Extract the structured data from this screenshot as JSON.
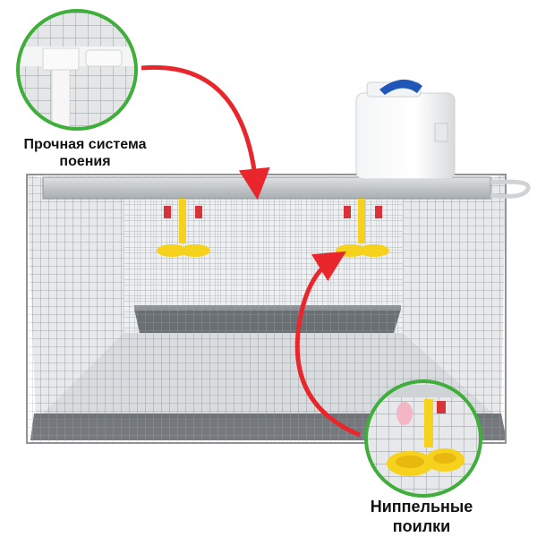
{
  "callouts": {
    "top_label_line1": "Прочная система",
    "top_label_line2": "поения",
    "bottom_label_line1": "Ниппельные",
    "bottom_label_line2": "поилки"
  },
  "colors": {
    "arrow": "#e8262b",
    "inset_ring": "#3fae3a",
    "nipple_yellow": "#f6d21c",
    "nipple_red": "#d9333a",
    "canister_cap": "#1f56b8",
    "wire": "#9da3a8",
    "tray": "#5d6266"
  }
}
